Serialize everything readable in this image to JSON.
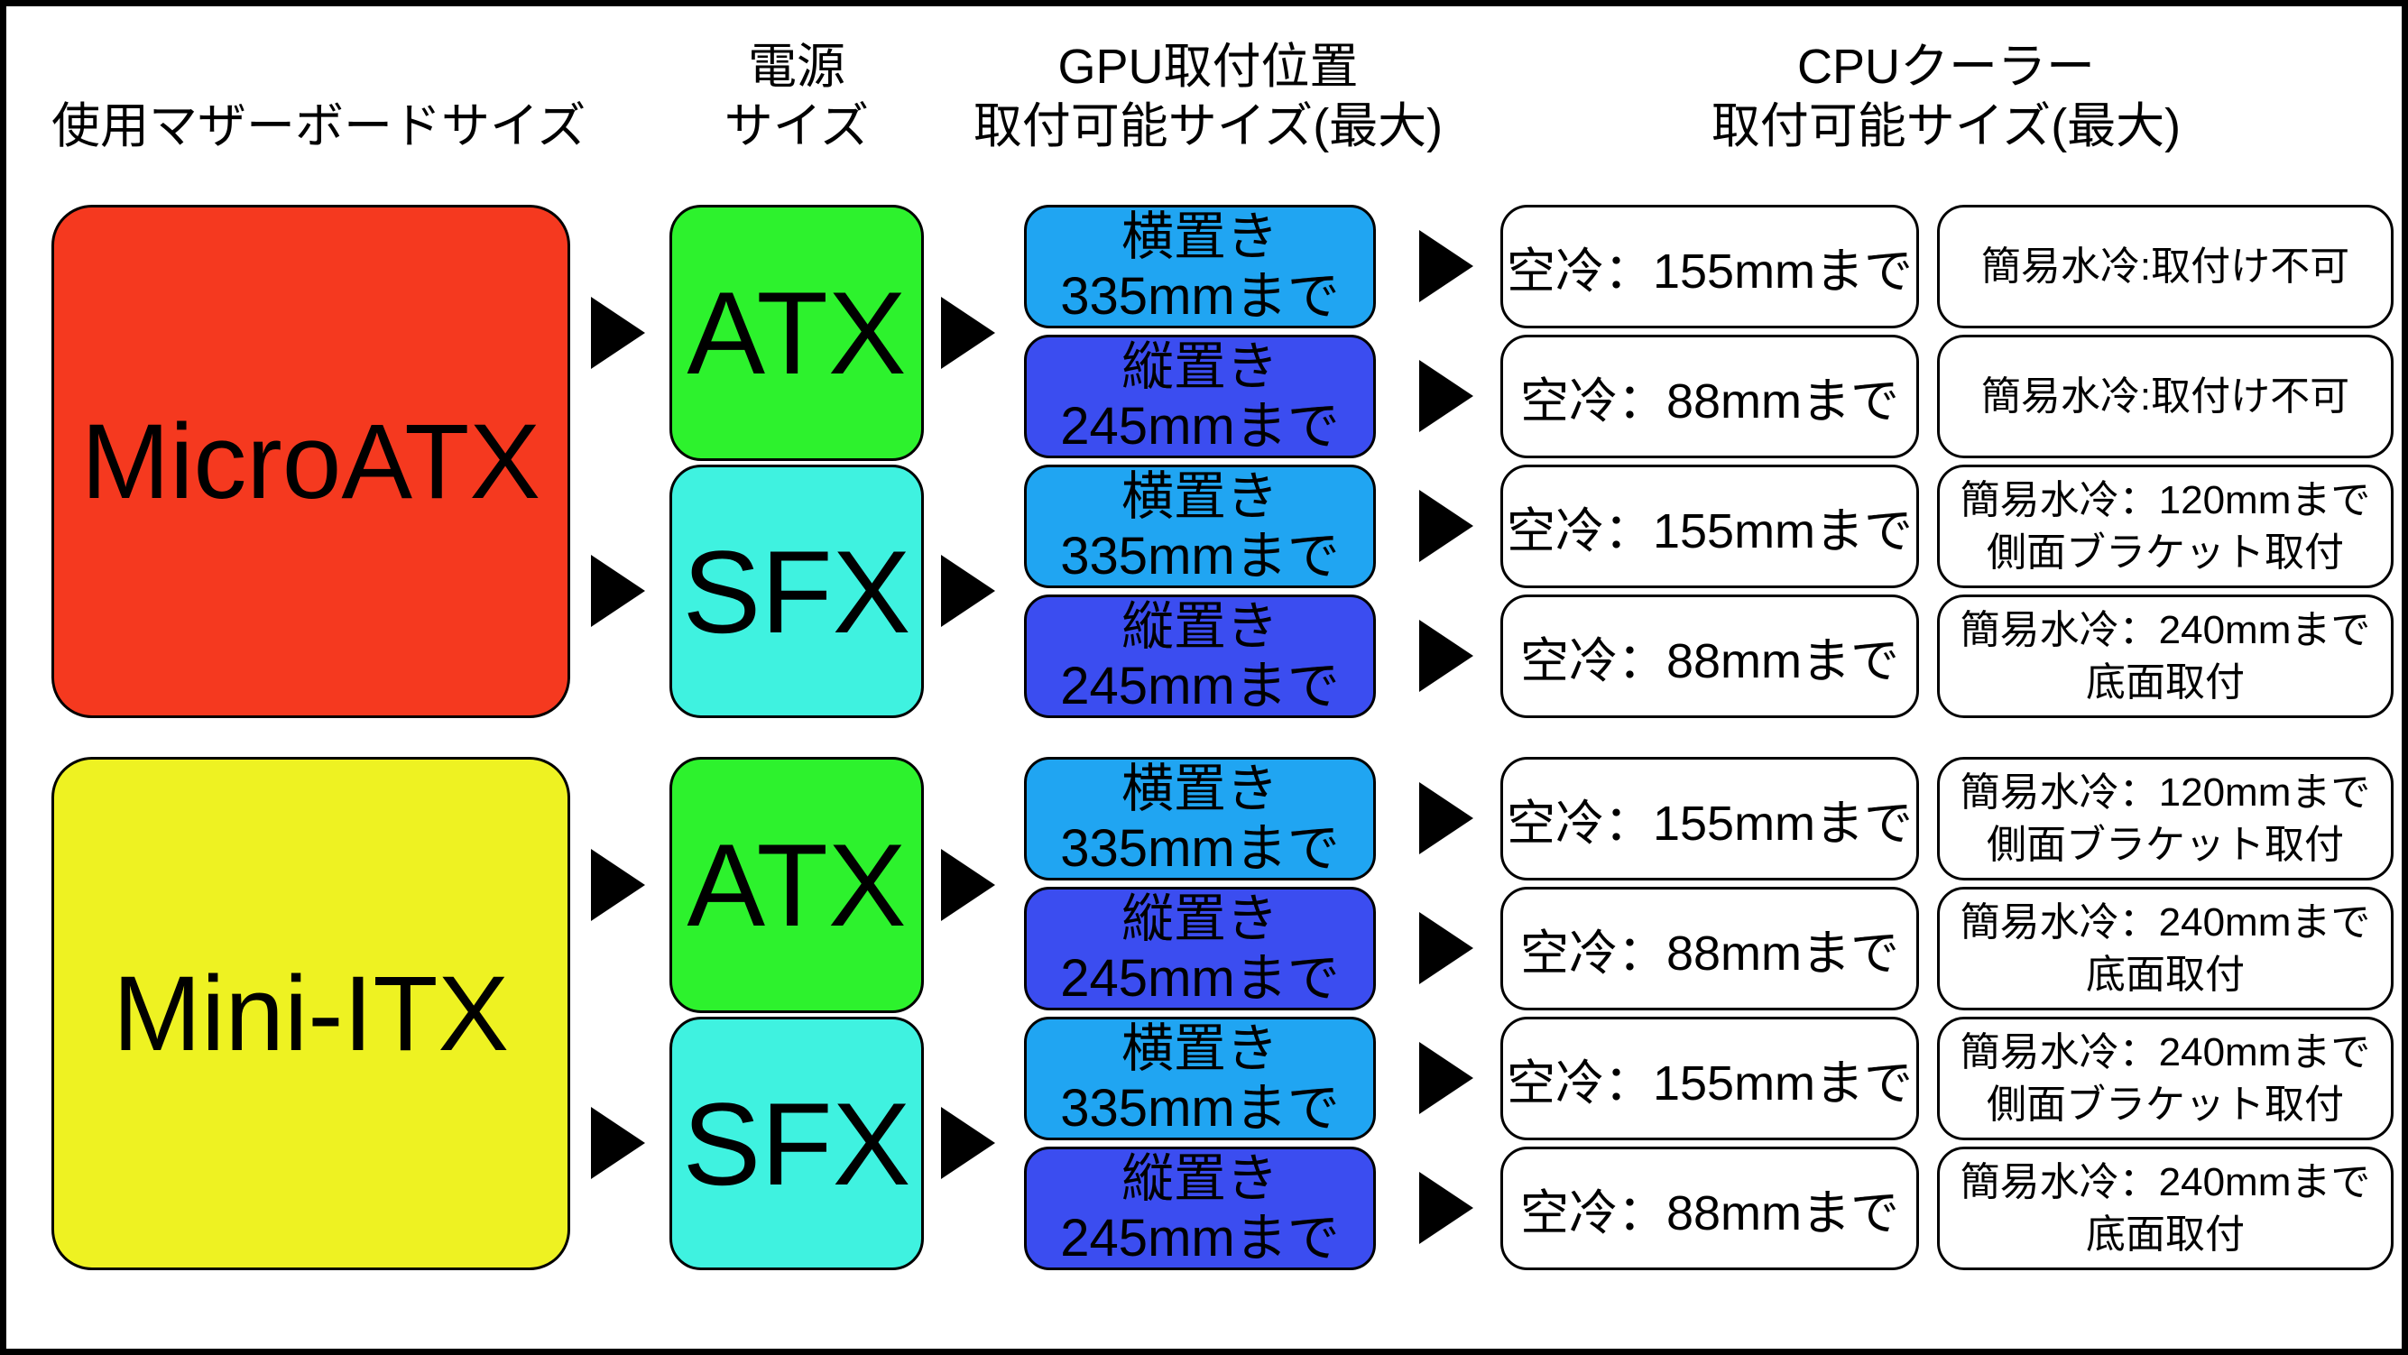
{
  "headers": {
    "motherboard": {
      "line1": "使用マザーボードサイズ"
    },
    "psu": {
      "line1": "電源",
      "line2": "サイズ"
    },
    "gpu": {
      "line1": "GPU取付位置",
      "line2": "取付可能サイズ(最大)"
    },
    "cpu_cooler": {
      "line1": "CPUクーラー",
      "line2": "取付可能サイズ(最大)"
    }
  },
  "colors": {
    "microatx_fill": "#f5391f",
    "miniitx_fill": "#eef222",
    "atx_fill": "#2df22d",
    "sfx_fill": "#3ff2e0",
    "gpu_horizontal_fill": "#20a5f2",
    "gpu_vertical_fill": "#3b4df0",
    "cooler_fill": "#ffffff",
    "outline": "#000000",
    "arrow": "#000000"
  },
  "groups": [
    {
      "motherboard_label": "MicroATX",
      "psus": [
        {
          "label": "ATX"
        },
        {
          "label": "SFX"
        }
      ],
      "rows": [
        {
          "gpu_orientation": "horizontal",
          "gpu_line1": "横置き",
          "gpu_line2": "335mmまで",
          "air_label": "空冷：155mmまで",
          "water_line1": "簡易水冷:取付け不可",
          "water_line2": ""
        },
        {
          "gpu_orientation": "vertical",
          "gpu_line1": "縦置き",
          "gpu_line2": "245mmまで",
          "air_label": "空冷：88mmまで",
          "water_line1": "簡易水冷:取付け不可",
          "water_line2": ""
        },
        {
          "gpu_orientation": "horizontal",
          "gpu_line1": "横置き",
          "gpu_line2": "335mmまで",
          "air_label": "空冷：155mmまで",
          "water_line1": "簡易水冷：120mmまで",
          "water_line2": "側面ブラケット取付"
        },
        {
          "gpu_orientation": "vertical",
          "gpu_line1": "縦置き",
          "gpu_line2": "245mmまで",
          "air_label": "空冷：88mmまで",
          "water_line1": "簡易水冷：240mmまで",
          "water_line2": "底面取付"
        }
      ]
    },
    {
      "motherboard_label": "Mini-ITX",
      "psus": [
        {
          "label": "ATX"
        },
        {
          "label": "SFX"
        }
      ],
      "rows": [
        {
          "gpu_orientation": "horizontal",
          "gpu_line1": "横置き",
          "gpu_line2": "335mmまで",
          "air_label": "空冷：155mmまで",
          "water_line1": "簡易水冷：120mmまで",
          "water_line2": "側面ブラケット取付"
        },
        {
          "gpu_orientation": "vertical",
          "gpu_line1": "縦置き",
          "gpu_line2": "245mmまで",
          "air_label": "空冷：88mmまで",
          "water_line1": "簡易水冷：240mmまで",
          "water_line2": "底面取付"
        },
        {
          "gpu_orientation": "horizontal",
          "gpu_line1": "横置き",
          "gpu_line2": "335mmまで",
          "air_label": "空冷：155mmまで",
          "water_line1": "簡易水冷：240mmまで",
          "water_line2": "側面ブラケット取付"
        },
        {
          "gpu_orientation": "vertical",
          "gpu_line1": "縦置き",
          "gpu_line2": "245mmまで",
          "air_label": "空冷：88mmまで",
          "water_line1": "簡易水冷：240mmまで",
          "water_line2": "底面取付"
        }
      ]
    }
  ]
}
